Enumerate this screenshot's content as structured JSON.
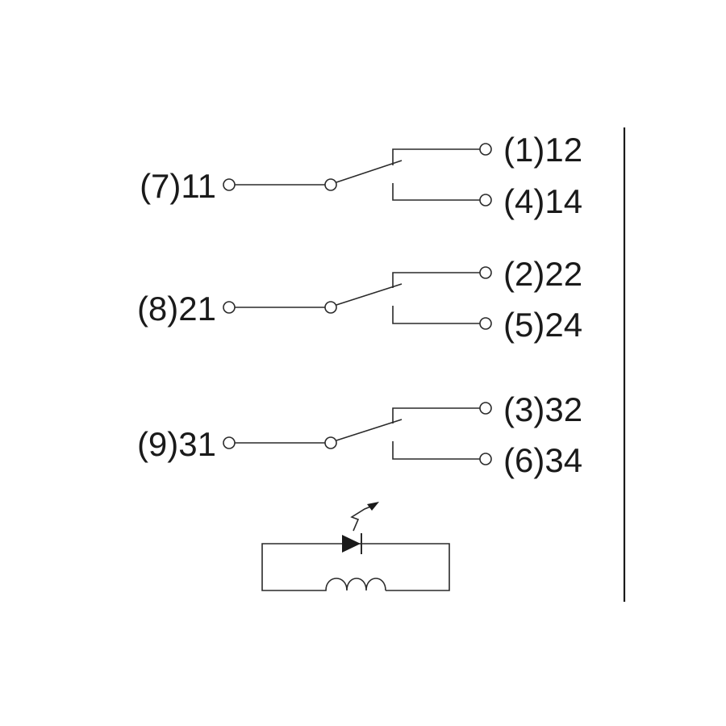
{
  "relay": {
    "poles": [
      {
        "common": "(7)11",
        "nc": "(1)12",
        "no": "(4)14"
      },
      {
        "common": "(8)21",
        "nc": "(2)22",
        "no": "(5)24"
      },
      {
        "common": "(9)31",
        "nc": "(3)32",
        "no": "(6)34"
      }
    ]
  },
  "coil": {
    "icons": [
      "led-icon",
      "light-emission-arrow-icon",
      "coil-inductor-icon"
    ]
  },
  "colors": {
    "line": "#2a2a2a",
    "text": "#1a1a1a",
    "background": "#ffffff"
  }
}
